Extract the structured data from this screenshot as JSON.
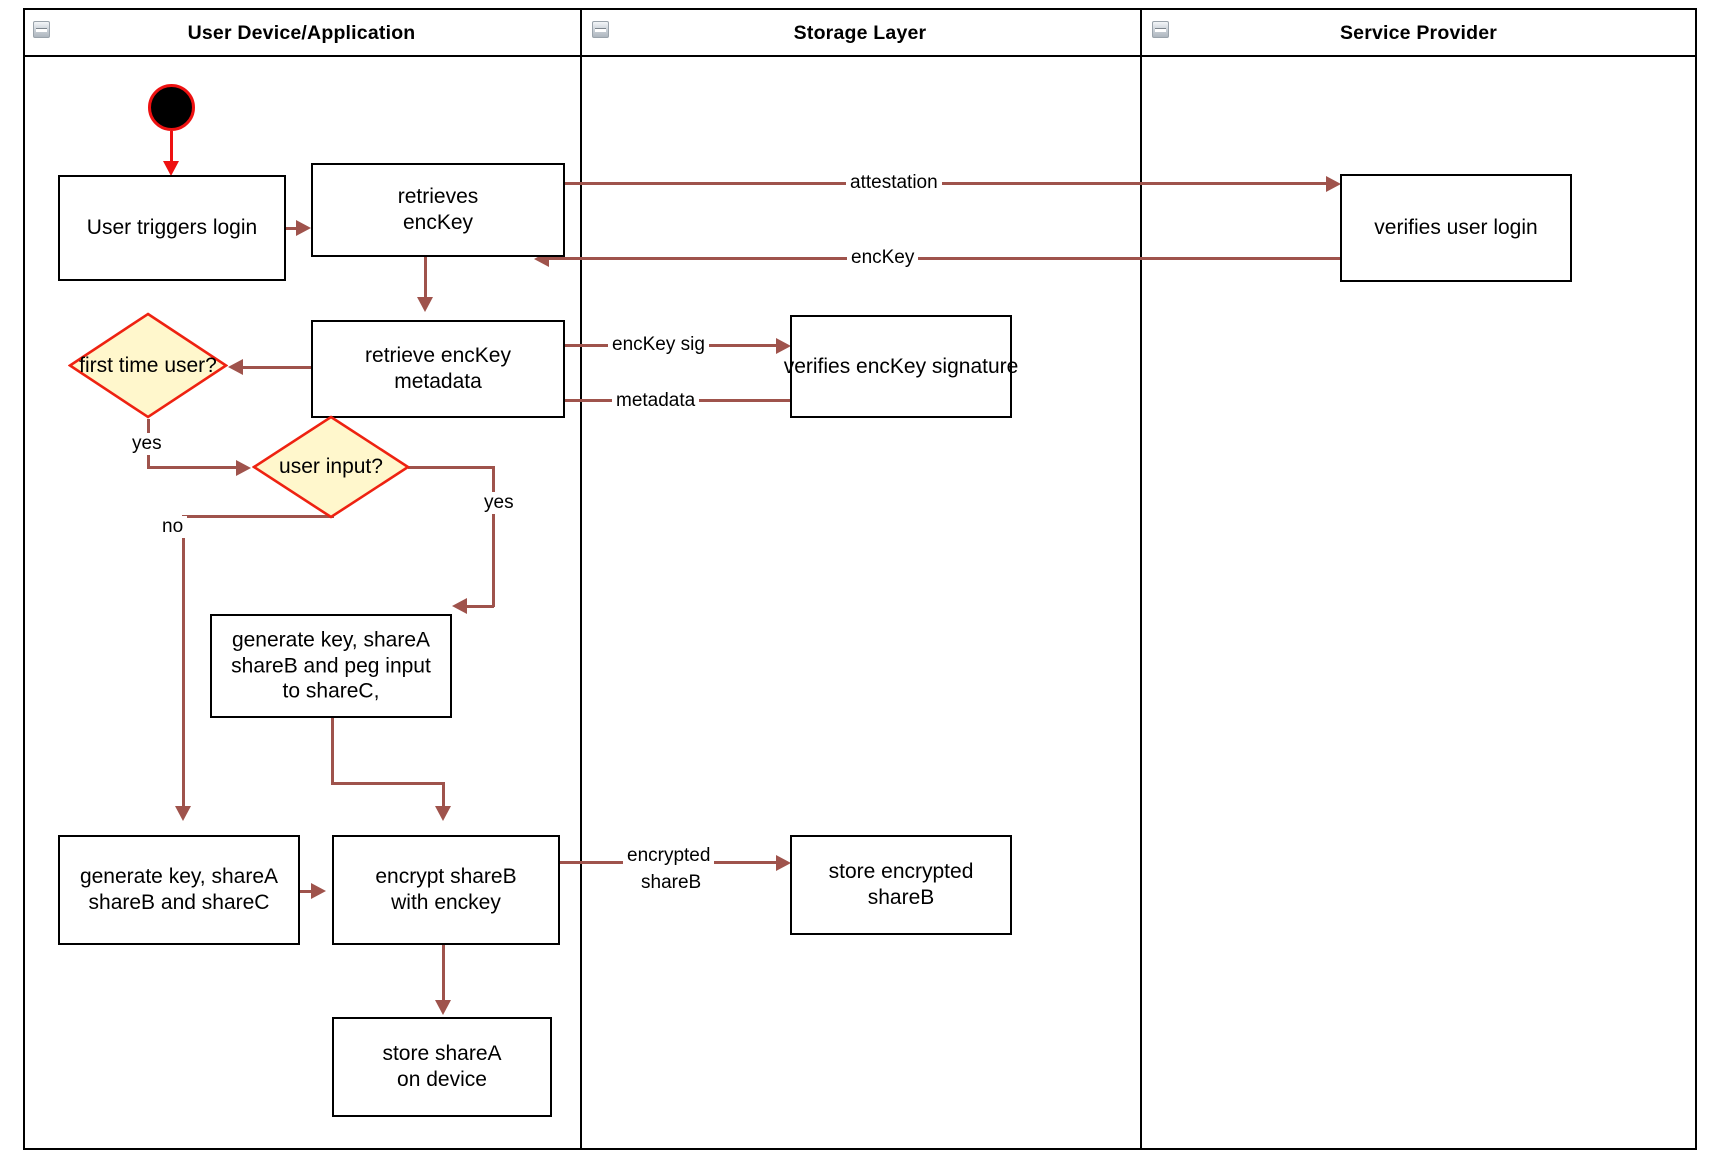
{
  "diagram": {
    "type": "swimlane-activity-diagram",
    "title": "Login / key-share provisioning flow"
  },
  "lanes": [
    {
      "id": "user-device",
      "label": "User Device/Application",
      "collapse_icon": "minus-icon"
    },
    {
      "id": "storage-layer",
      "label": "Storage Layer",
      "collapse_icon": "minus-icon"
    },
    {
      "id": "service-provider",
      "label": "Service Provider",
      "collapse_icon": "minus-icon"
    }
  ],
  "nodes": {
    "start": {
      "kind": "start-node",
      "label": ""
    },
    "user_triggers_login": {
      "lane": "user-device",
      "label": "User triggers login"
    },
    "retrieves_enckey": {
      "lane": "user-device",
      "line1": "retrieves",
      "line2": "encKey"
    },
    "verifies_user_login": {
      "lane": "service-provider",
      "label": "verifies user login"
    },
    "retrieve_enckey_metadata": {
      "lane": "user-device",
      "line1": "retrieve encKey",
      "line2": "metadata"
    },
    "verifies_enckey_signature": {
      "lane": "storage-layer",
      "label": "verifies encKey signature"
    },
    "first_time_user": {
      "lane": "user-device",
      "kind": "decision",
      "line1": "first time",
      "line2": "user?"
    },
    "user_input": {
      "lane": "user-device",
      "kind": "decision",
      "label": "user input?"
    },
    "generate_peg": {
      "lane": "user-device",
      "line1": "generate key, shareA",
      "line2": "shareB and peg input",
      "line3": "to shareC,"
    },
    "generate_shares": {
      "lane": "user-device",
      "line1": "generate key, shareA",
      "line2": "shareB and shareC"
    },
    "encrypt_shareb": {
      "lane": "user-device",
      "line1": "encrypt shareB",
      "line2": "with enckey"
    },
    "store_encrypted_shareb": {
      "lane": "storage-layer",
      "line1": "store encrypted",
      "line2": "shareB"
    },
    "store_sharea": {
      "lane": "user-device",
      "line1": "store shareA",
      "line2": "on device"
    }
  },
  "edge_labels": {
    "attestation": "attestation",
    "enckey": "encKey",
    "enckey_sig": "encKey sig",
    "metadata": "metadata",
    "yes_first_time": "yes",
    "yes_user_input": "yes",
    "no_user_input": "no",
    "encrypted_shareb_l1": "encrypted",
    "encrypted_shareb_l2": "shareB"
  },
  "colors": {
    "connector": "#9f534c",
    "start_accent": "#ee1111",
    "decision_fill": "#fff7cc",
    "decision_stroke": "#ee2211",
    "node_stroke": "#000000",
    "lane_stroke": "#000000",
    "background": "#ffffff"
  }
}
